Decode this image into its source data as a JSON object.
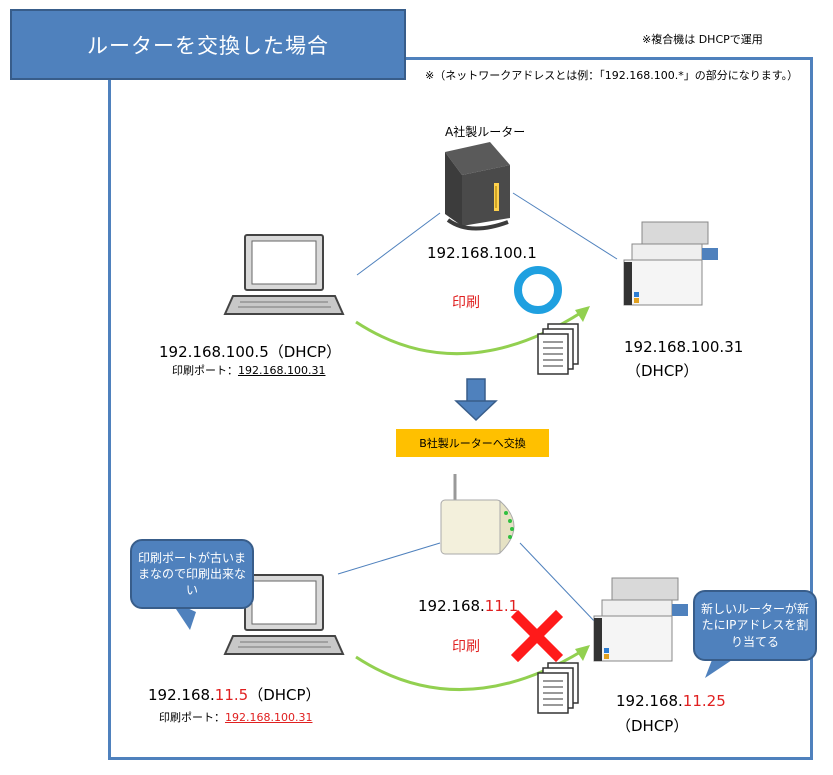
{
  "title": "ルーターを交換した場合",
  "header_note": "※複合機は DHCPで運用",
  "frame_note": "※（ネットワークアドレスとは例：「192.168.100.*」の部分になります。）",
  "before": {
    "router_label": "A社製ルーター",
    "router_ip": "192.168.100.1",
    "print_label": "印刷",
    "pc_ip": "192.168.100.5（DHCP）",
    "port_label": "印刷ポート：",
    "port_ip": "192.168.100.31",
    "printer_ip": "192.168.100.31",
    "printer_dhcp": "（DHCP）"
  },
  "switch_label": "B社製ルーターへ交換",
  "after": {
    "router_ip_prefix": "192.168.",
    "router_ip_hl": "11.1",
    "print_label": "印刷",
    "pc_ip_prefix": "192.168.",
    "pc_ip_hl": "11.5",
    "pc_ip_suffix": "（DHCP）",
    "port_label": "印刷ポート：",
    "port_ip": "192.168.100.31",
    "printer_ip_prefix": "192.168.",
    "printer_ip_hl": "11.25",
    "printer_dhcp": "（DHCP）",
    "pc_bubble": "印刷ポートが古いままなので印刷出来ない",
    "printer_bubble": "新しいルーターが新たにIPアドレスを割り当てる"
  },
  "colors": {
    "accent": "#4f81bd",
    "arrow_green": "#92d050",
    "highlight_red": "#e02020",
    "banner_yellow": "#ffc000",
    "ok_circle": "#1fa0e0"
  }
}
